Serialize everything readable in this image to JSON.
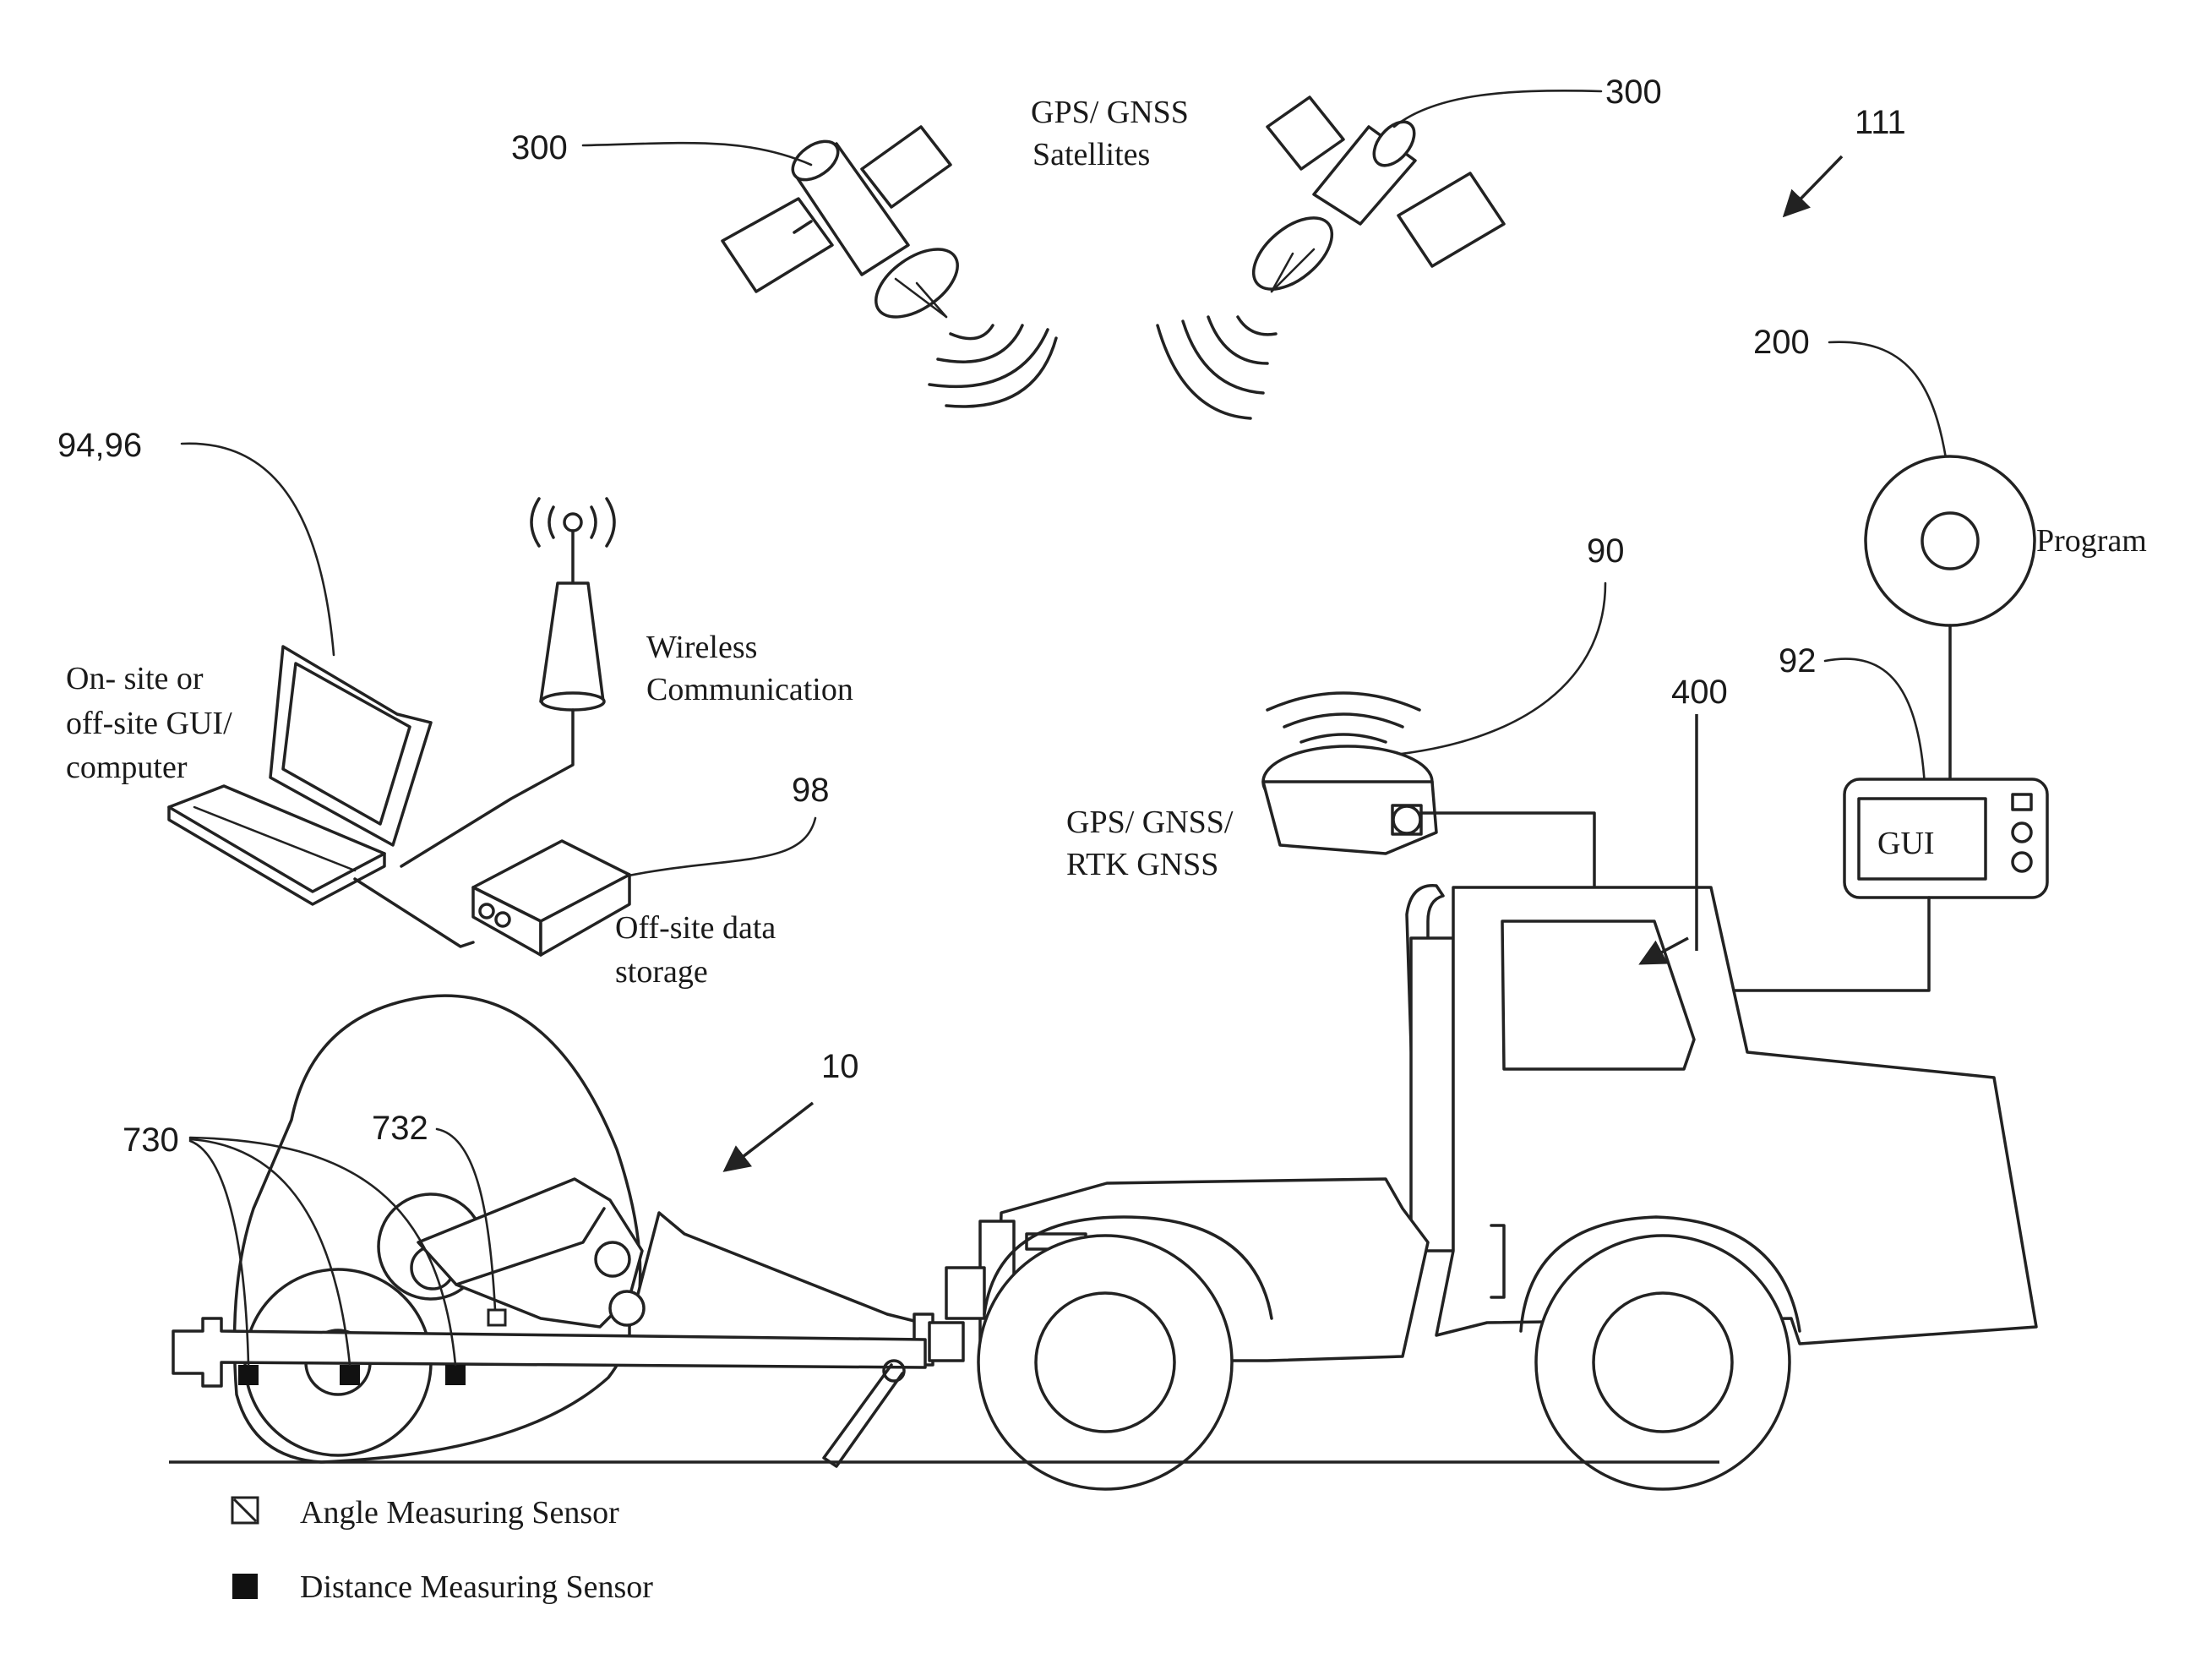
{
  "refs": {
    "sat_left": "300",
    "sat_right": "300",
    "system": "111",
    "program": "200",
    "laptop": "94,96",
    "receiver": "90",
    "gui": "92",
    "cab": "400",
    "storage": "98",
    "vehicle": "10",
    "sensors_distance": "730",
    "sensor_angle": "732"
  },
  "captions": {
    "satellites_line1": "GPS/ GNSS",
    "satellites_line2": "Satellites",
    "program": "Program",
    "wireless_line1": "Wireless",
    "wireless_line2": "Communication",
    "computer_line1": "On- site or",
    "computer_line2": "off-site GUI/",
    "computer_line3": "computer",
    "receiver_line1": "GPS/ GNSS/",
    "receiver_line2": "RTK GNSS",
    "gui_screen": "GUI",
    "storage_line1": "Off-site data",
    "storage_line2": "storage"
  },
  "legend": {
    "angle_sensor": "Angle Measuring Sensor",
    "distance_sensor": "Distance Measuring Sensor"
  },
  "icons": {
    "satellite": "satellite-icon",
    "laptop": "laptop-icon",
    "antenna": "antenna-icon",
    "program_disc": "disc-icon",
    "gps_receiver": "gps-receiver-icon",
    "gui_device": "gui-device-icon",
    "storage_box": "storage-box-icon",
    "truck": "truck-icon",
    "roller": "compactor-roller-icon"
  }
}
